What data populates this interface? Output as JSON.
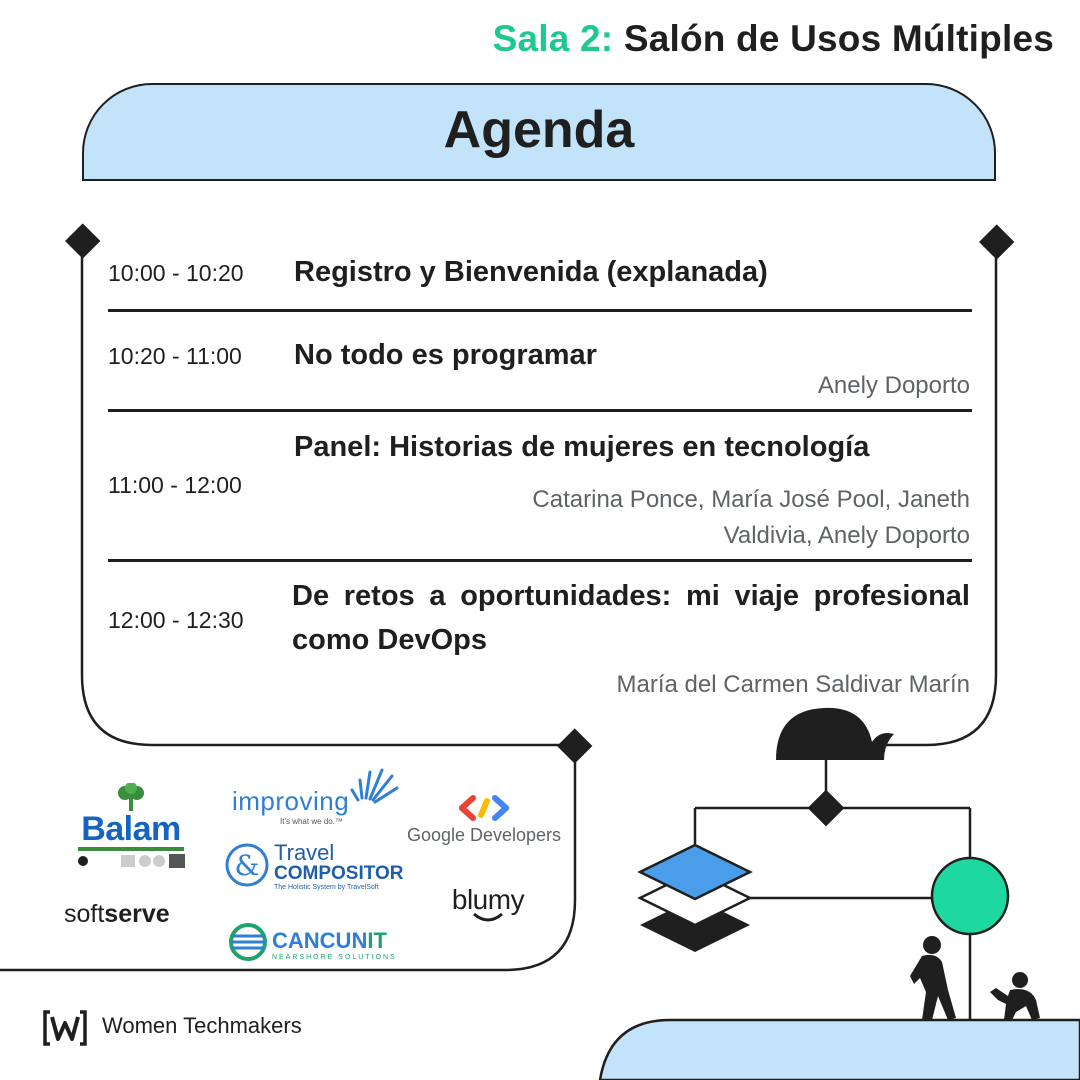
{
  "header": {
    "room_prefix": "Sala 2:",
    "room_name": " Salón de Usos Múltiples",
    "agenda_title": "Agenda"
  },
  "agenda": [
    {
      "time": "10:00 - 10:20",
      "title": "Registro y Bienvenida (explanada)",
      "speaker": ""
    },
    {
      "time": "10:20 - 11:00",
      "title": "No todo es programar",
      "speaker": "Anely Doporto"
    },
    {
      "time": "11:00 - 12:00",
      "title": "Panel: Historias de mujeres en tecnología",
      "speaker_line1": "Catarina Ponce, María José Pool, Janeth",
      "speaker_line2": "Valdivia, Anely Doporto"
    },
    {
      "time": "12:00 - 12:30",
      "title": "De retos a oportunidades: mi viaje profesional como DevOps",
      "speaker": "María del Carmen Saldivar Marín"
    }
  ],
  "sponsors": {
    "balam": "Balam",
    "improving": "improving",
    "improving_tagline": "It's what we do.™",
    "google": "Google Developers",
    "travel": "Travel",
    "compositor": "COMPOSITOR",
    "compositor_tagline": "The Holistic System by TravelSoft",
    "softserve_a": "soft",
    "softserve_b": "serve",
    "blumy": "blumy",
    "cancun": "CANCUN",
    "cancun_it": "IT",
    "cancun_tagline": "NEARSHORE SOLUTIONS"
  },
  "footer": {
    "brand": "Women Techmakers"
  },
  "colors": {
    "accent_green": "#1ec98f",
    "light_blue": "#c3e3fa",
    "blue": "#4a9de8",
    "ink": "#1f1f1f",
    "gray": "#5f6368"
  }
}
